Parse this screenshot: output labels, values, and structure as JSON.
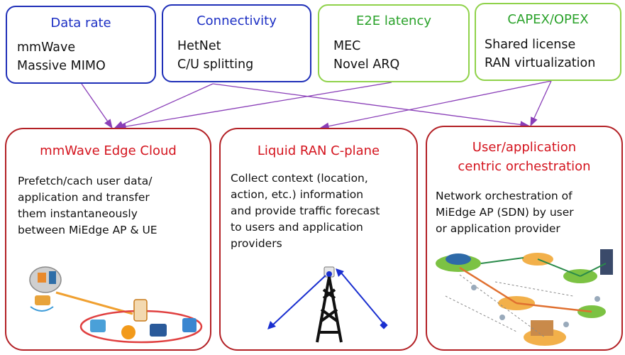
{
  "requirements": [
    {
      "title": "Data rate",
      "items": [
        "mmWave",
        "Massive MIMO"
      ]
    },
    {
      "title": "Connectivity",
      "items": [
        "HetNet",
        "C/U splitting"
      ]
    },
    {
      "title": "E2E latency",
      "items": [
        "MEC",
        "Novel ARQ"
      ]
    },
    {
      "title": "CAPEX/OPEX",
      "items": [
        "Shared license",
        "RAN virtualization"
      ]
    }
  ],
  "solutions": [
    {
      "title": "mmWave Edge Cloud",
      "lines": [
        "Prefetch/cach user data/",
        "application and transfer",
        "them instantaneously",
        "between MiEdge AP & UE"
      ]
    },
    {
      "title": "Liquid RAN C-plane",
      "lines": [
        "Collect context (location,",
        "action, etc.) information",
        "and provide traffic forecast",
        "to users and application",
        "providers"
      ]
    },
    {
      "title_lines": [
        "User/application",
        "centric orchestration"
      ],
      "lines": [
        "Network orchestration of",
        "MiEdge AP (SDN) by user",
        "or application provider"
      ]
    }
  ],
  "colors": {
    "blue_border": "#1f2fb8",
    "green_border": "#8fd24a",
    "red_border": "#b32025",
    "arrow": "#8a3fb8"
  }
}
